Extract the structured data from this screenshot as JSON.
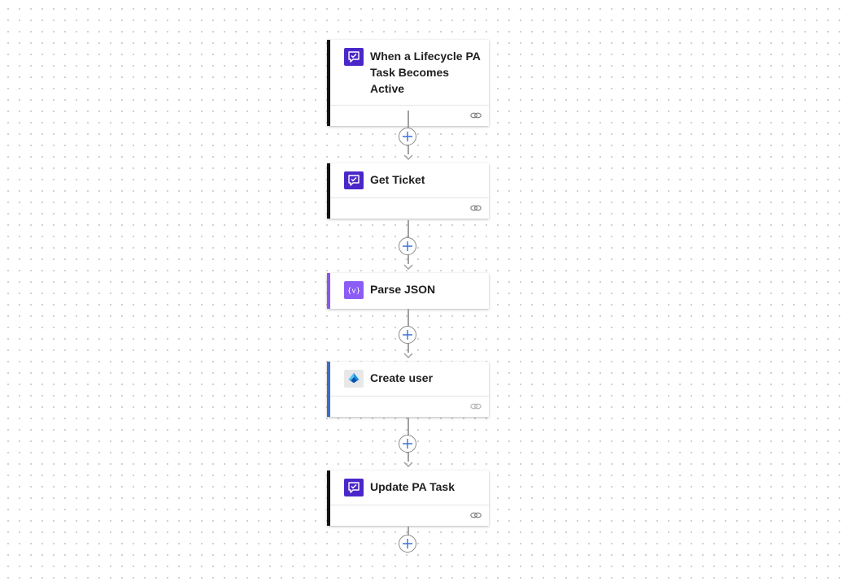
{
  "flow": {
    "steps": [
      {
        "title": "When a Lifecycle PA Task Becomes Active",
        "icon": "approval-task-icon",
        "accent": "#111111",
        "has_footer": true
      },
      {
        "title": "Get Ticket",
        "icon": "approval-task-icon",
        "accent": "#111111",
        "has_footer": true
      },
      {
        "title": "Parse JSON",
        "icon": "parse-json-icon",
        "accent": "#8a55f0",
        "has_footer": false
      },
      {
        "title": "Create user",
        "icon": "entra-id-icon",
        "accent": "#3b6ccc",
        "has_footer": true
      },
      {
        "title": "Update PA Task",
        "icon": "approval-task-icon",
        "accent": "#111111",
        "has_footer": true
      }
    ],
    "colors": {
      "approval_icon_bg": "#4b27c9",
      "json_icon_bg": "#8b5cf6",
      "connector": "#a0a0a0",
      "add_plus": "#3a6fd6"
    }
  }
}
